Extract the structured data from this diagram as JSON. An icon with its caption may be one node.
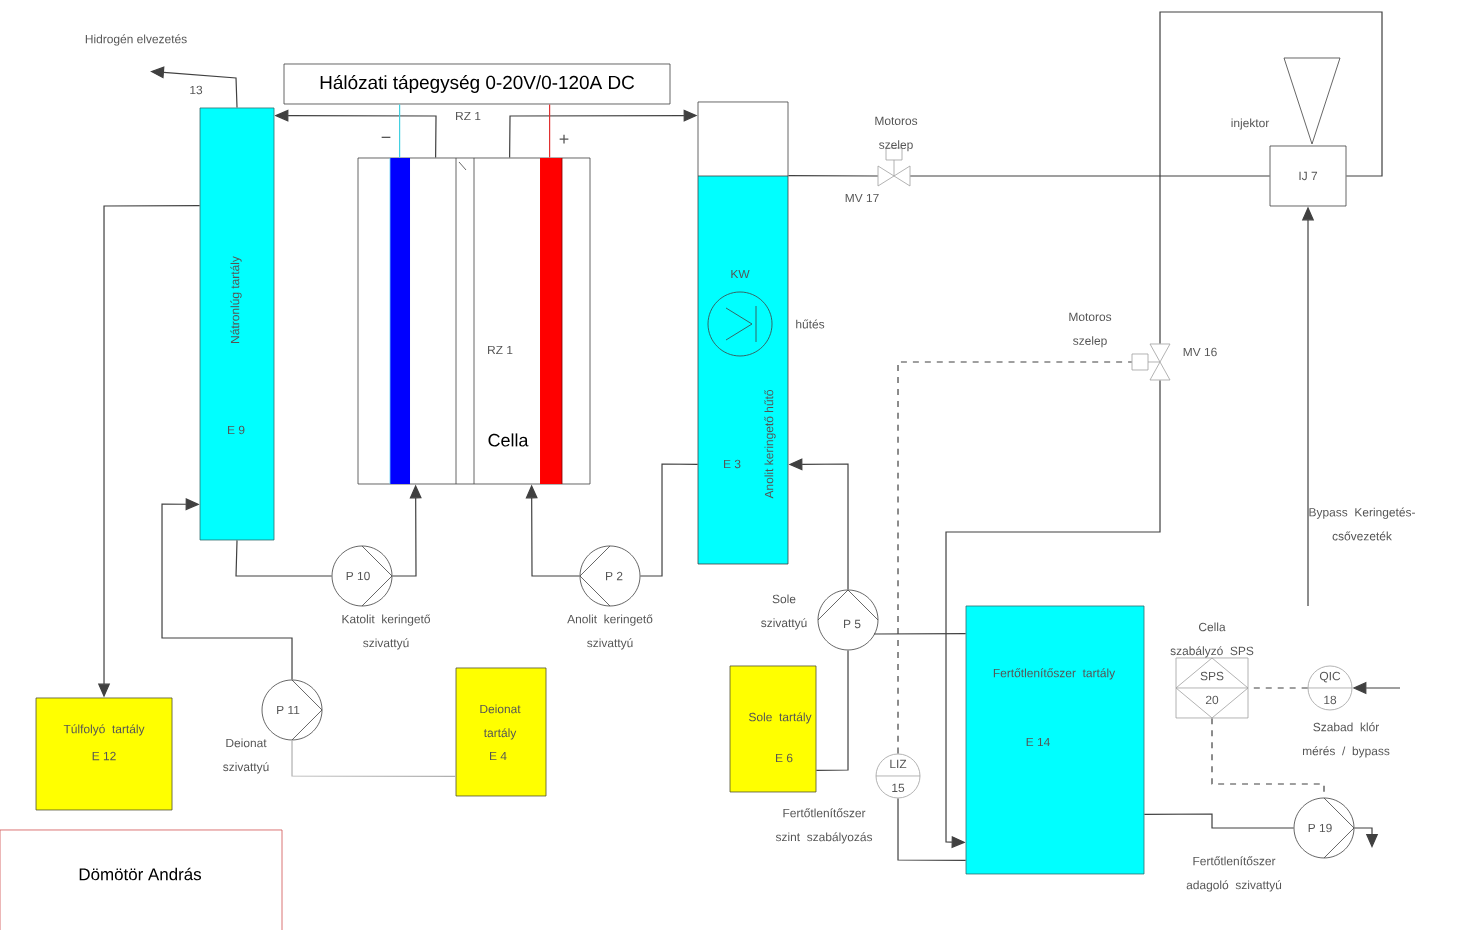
{
  "diagram": {
    "nodes": [
      {
        "text": [
          "Hálózati tápegység 0-20V/0-120A DC"
        ]
      },
      {
        "text": [
          "Nátronlúg tartály",
          "E 9"
        ]
      },
      {
        "text": [
          "RZ 1",
          "Cella"
        ]
      },
      {
        "text": [
          "Anolit keringető hűtő",
          "E 3"
        ]
      },
      {
        "text": [
          "KW"
        ],
        "beside": [
          "hűtés"
        ],
        "in": 3
      },
      {
        "text": [
          "P 10"
        ],
        "beside": [
          "Katolit keringető szivattyú"
        ]
      },
      {
        "text": [
          "P 2"
        ],
        "beside": [
          "Anolit keringető szivattyú"
        ]
      },
      {
        "text": [
          "P 11"
        ],
        "beside": [
          "Deionat szivattyú"
        ]
      },
      {
        "text": [
          "Túlfolyó tartály",
          "E 12"
        ]
      },
      {
        "text": [
          "Deionat tartály",
          "E 4"
        ]
      },
      {
        "text": [
          "P 5"
        ],
        "beside": [
          "Sole szivattyú"
        ]
      },
      {
        "text": [
          "Sole tartály",
          "E 6"
        ]
      },
      {
        "text": [
          "Fertőtlenítőszer tartály",
          "E 14"
        ]
      },
      {
        "text": [
          "LIZ 15"
        ],
        "beside": [
          "Fertőtlenítőszer szint szabályozás"
        ]
      },
      {
        "text": [
          "Cella szabályzó SPS",
          "SPS 20"
        ]
      },
      {
        "text": [
          "QIC 18"
        ],
        "beside": [
          "Szabad klór mérés / bypass"
        ]
      },
      {
        "text": [
          "P 19"
        ],
        "beside": [
          "Fertőtlenítőszer adagoló szivattyú"
        ]
      },
      {
        "text": [
          "IJ 7"
        ],
        "beside": [
          "injektor"
        ]
      },
      {
        "text": [
          "Motoros szelep",
          "MV 17"
        ]
      },
      {
        "text": [
          "Motoros szelep",
          "MV 16"
        ]
      },
      {
        "text": [
          "Dömötör András"
        ]
      },
      {
        "text": [
          "Hidrogén elvezetés"
        ]
      }
    ],
    "edges": [
      {
        "from": 1,
        "to": 21,
        "arrow": "to",
        "label": "13"
      },
      {
        "from": 2,
        "to": 1,
        "arrow": "to"
      },
      {
        "from": 2,
        "to": 3,
        "arrow": "to"
      },
      {
        "from": 1,
        "to": 5,
        "arrow": "none"
      },
      {
        "from": 5,
        "to": 2,
        "arrow": "to"
      },
      {
        "from": 3,
        "to": 6,
        "arrow": "none"
      },
      {
        "from": 6,
        "to": 2,
        "arrow": "to"
      },
      {
        "from": 1,
        "to": 8,
        "arrow": "to"
      },
      {
        "from": 7,
        "to": 1,
        "arrow": "to"
      },
      {
        "from": 9,
        "to": 7,
        "arrow": "none",
        "color": "#b0b0b0"
      },
      {
        "from": 11,
        "to": 10,
        "arrow": "none"
      },
      {
        "from": 10,
        "to": 3,
        "arrow": "to"
      },
      {
        "from": 3,
        "to": 18,
        "arrow": "none"
      },
      {
        "from": 18,
        "to": 17,
        "arrow": "none"
      },
      {
        "from": 17,
        "to": 19,
        "arrow": "none"
      },
      {
        "from": 19,
        "to": 12,
        "arrow": "to"
      },
      {
        "from": 12,
        "to": 16,
        "arrow": "none"
      },
      {
        "from": 16,
        "to": null,
        "arrow": "to"
      },
      {
        "from": null,
        "to": 17,
        "arrow": "to",
        "label": "Bypass Keringetés-csővezeték"
      },
      {
        "from": null,
        "to": 15,
        "arrow": "to"
      },
      {
        "from": 15,
        "to": 14,
        "arrow": "none",
        "style": "dashed"
      },
      {
        "from": 14,
        "to": 16,
        "arrow": "none",
        "style": "dashed"
      },
      {
        "from": 13,
        "to": 19,
        "arrow": "none",
        "style": "dashed"
      },
      {
        "from": 13,
        "to": 12,
        "arrow": "none"
      },
      {
        "from": 12,
        "to": 10,
        "arrow": "none"
      },
      {
        "from": 0,
        "to": 2,
        "arrow": "none",
        "color": "#40d0e0"
      },
      {
        "from": 0,
        "to": 2,
        "arrow": "none",
        "color": "#e03030"
      }
    ],
    "labels": [
      "RZ 1",
      "−",
      "+"
    ]
  }
}
